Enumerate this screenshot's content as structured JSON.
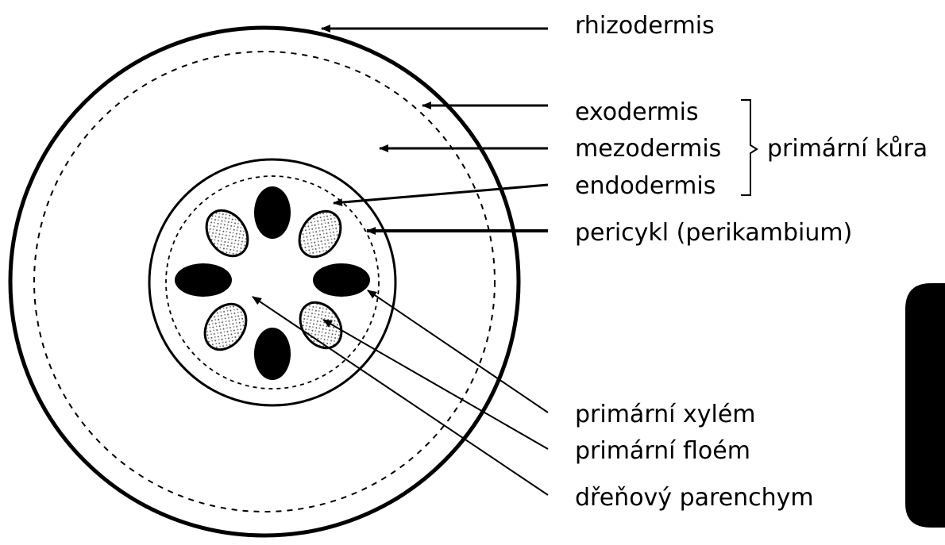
{
  "labels": {
    "rhizodermis": "rhizodermis",
    "exodermis": "exodermis",
    "mezodermis": "mezodermis",
    "endodermis": "endodermis",
    "primarni_kura": "primární kůra",
    "pericykl": "pericykl (perikambium)",
    "xylem": "primární xylém",
    "floem": "primární floém",
    "parenchym": "dřeňový parenchym"
  },
  "colors": {
    "ink": "#000000",
    "background": "#ffffff",
    "phloem_fill": "#d9d9d9"
  }
}
